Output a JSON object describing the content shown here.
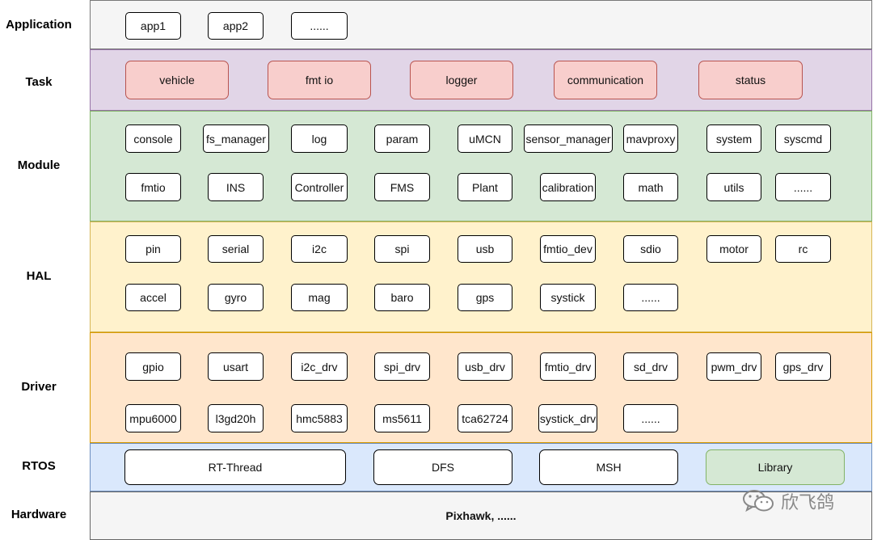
{
  "layers": {
    "application": "Application",
    "task": "Task",
    "module": "Module",
    "hal": "HAL",
    "driver": "Driver",
    "rtos": "RTOS",
    "hardware": "Hardware"
  },
  "application": {
    "items": [
      "app1",
      "app2",
      "......"
    ]
  },
  "task": {
    "items": [
      "vehicle",
      "fmt io",
      "logger",
      "communication",
      "status"
    ]
  },
  "module": {
    "row1": [
      "console",
      "fs_manager",
      "log",
      "param",
      "uMCN",
      "sensor_manager",
      "mavproxy",
      "system",
      "syscmd"
    ],
    "row2": [
      "fmtio",
      "INS",
      "Controller",
      "FMS",
      "Plant",
      "calibration",
      "math",
      "utils",
      "......"
    ]
  },
  "hal": {
    "row1": [
      "pin",
      "serial",
      "i2c",
      "spi",
      "usb",
      "fmtio_dev",
      "sdio",
      "motor",
      "rc"
    ],
    "row2": [
      "accel",
      "gyro",
      "mag",
      "baro",
      "gps",
      "systick",
      "......"
    ]
  },
  "driver": {
    "row1": [
      "gpio",
      "usart",
      "i2c_drv",
      "spi_drv",
      "usb_drv",
      "fmtio_drv",
      "sd_drv",
      "pwm_drv",
      "gps_drv"
    ],
    "row2": [
      "mpu6000",
      "l3gd20h",
      "hmc5883",
      "ms5611",
      "tca62724",
      "systick_drv",
      "......"
    ]
  },
  "rtos": {
    "items": [
      "RT-Thread",
      "DFS",
      "MSH",
      "Library"
    ]
  },
  "hardware": {
    "text": "Pixhawk, ......"
  },
  "watermark": {
    "text": "欣飞鸽",
    "icon": "wechat-icon"
  }
}
